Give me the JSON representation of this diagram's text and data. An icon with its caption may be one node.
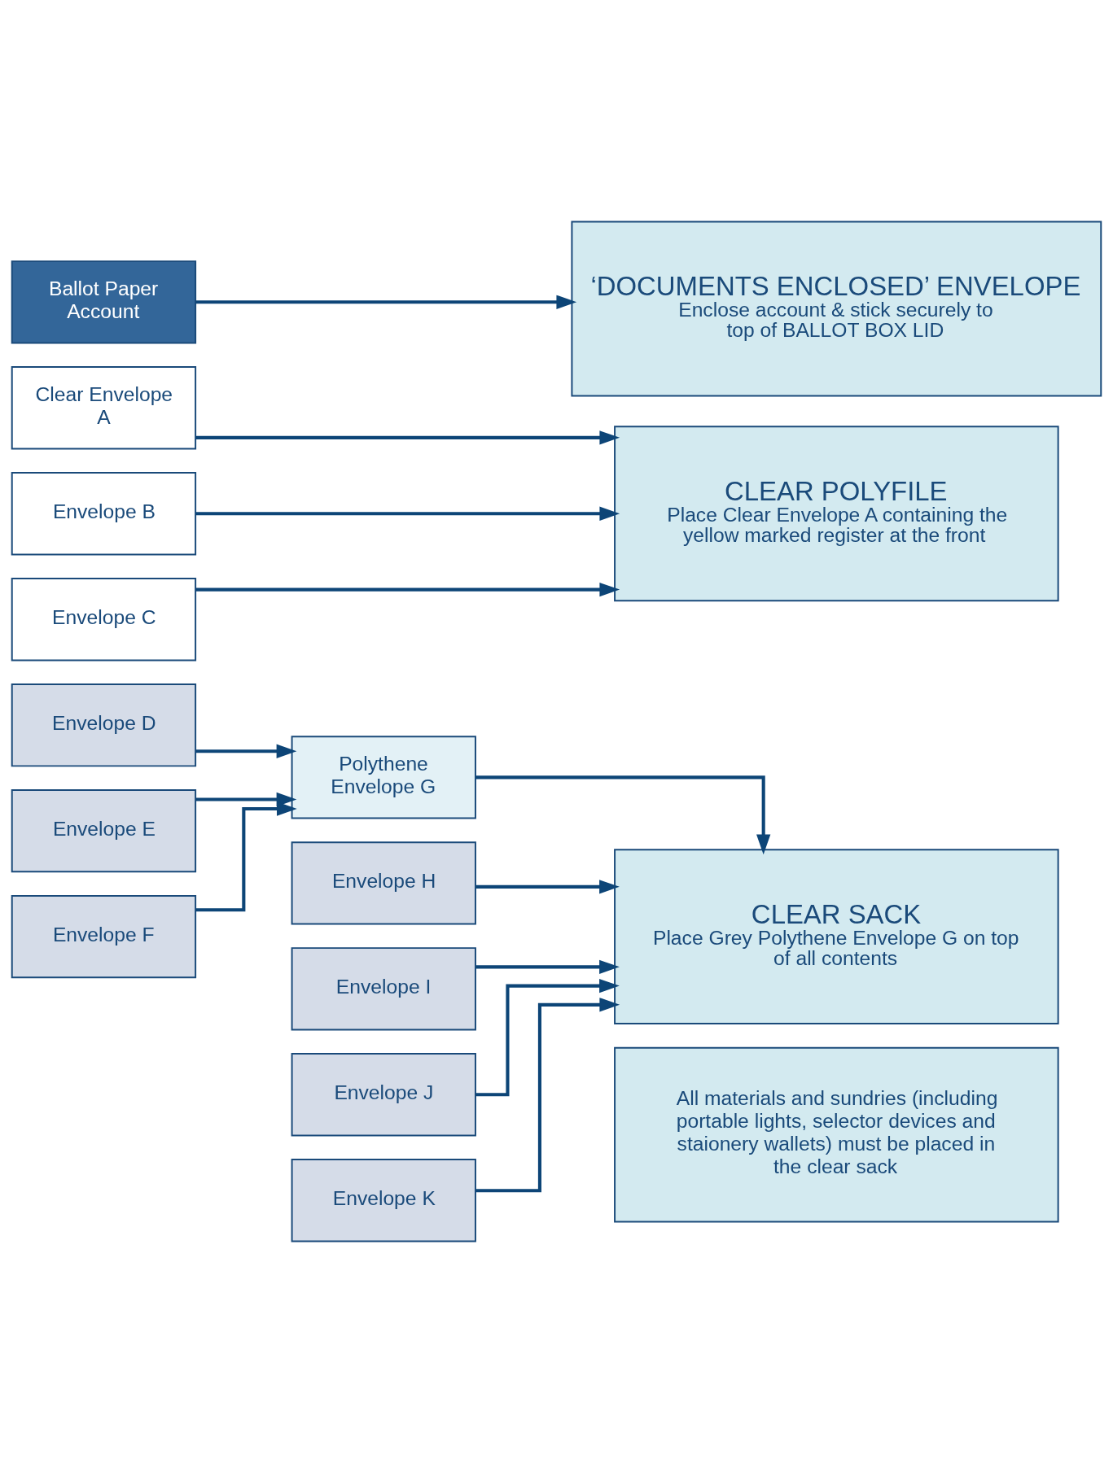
{
  "diagram": {
    "nodes": [
      {
        "text": [
          "Ballot Paper Account"
        ]
      },
      {
        "text": [
          "‘DOCUMENTS ENCLOSED’ ENVELOPE",
          "Enclose account & stick securely to top of BALLOT BOX LID"
        ]
      },
      {
        "text": [
          "Clear Envelope A"
        ]
      },
      {
        "text": [
          "Envelope B"
        ]
      },
      {
        "text": [
          "Envelope C"
        ]
      },
      {
        "text": [
          "CLEAR POLYFILE",
          "Place Clear Envelope A containing the yellow marked register at the front"
        ]
      },
      {
        "text": [
          "Envelope D"
        ]
      },
      {
        "text": [
          "Envelope E"
        ]
      },
      {
        "text": [
          "Envelope F"
        ]
      },
      {
        "text": [
          "Polythene Envelope G"
        ]
      },
      {
        "text": [
          "Envelope H"
        ]
      },
      {
        "text": [
          "Envelope I"
        ]
      },
      {
        "text": [
          "Envelope J"
        ]
      },
      {
        "text": [
          "Envelope K"
        ]
      },
      {
        "text": [
          "CLEAR SACK",
          "Place Grey Polythene Envelope G on top of all contents"
        ]
      },
      {
        "text": [
          "All materials and sundries (including portable lights, selector devices and staionery wallets) must be placed in the clear sack"
        ]
      }
    ],
    "edges": [
      {
        "from": 0,
        "to": 1,
        "arrow": "to"
      },
      {
        "from": 2,
        "to": 5,
        "arrow": "to"
      },
      {
        "from": 3,
        "to": 5,
        "arrow": "to"
      },
      {
        "from": 4,
        "to": 5,
        "arrow": "to"
      },
      {
        "from": 6,
        "to": 9,
        "arrow": "to"
      },
      {
        "from": 7,
        "to": 9,
        "arrow": "to"
      },
      {
        "from": 8,
        "to": 9,
        "arrow": "to"
      },
      {
        "from": 9,
        "to": 14,
        "arrow": "to"
      },
      {
        "from": 10,
        "to": 14,
        "arrow": "to"
      },
      {
        "from": 11,
        "to": 14,
        "arrow": "to"
      },
      {
        "from": 12,
        "to": 14,
        "arrow": "to"
      },
      {
        "from": 13,
        "to": 14,
        "arrow": "to"
      }
    ]
  }
}
